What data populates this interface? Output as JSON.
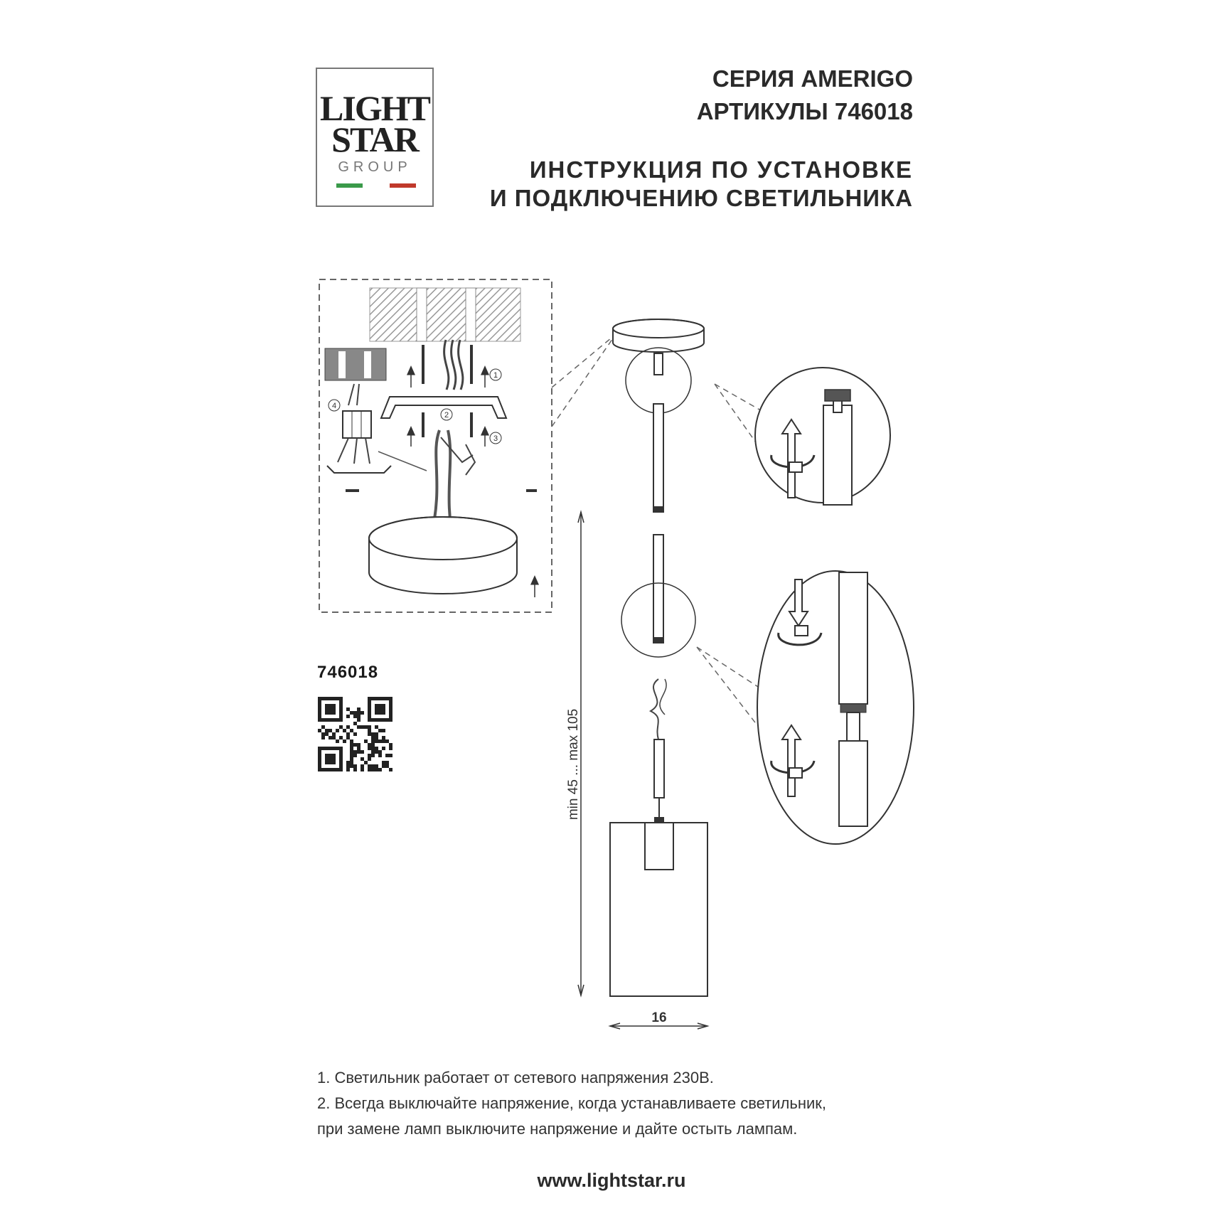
{
  "logo": {
    "line1": "LIGHT",
    "line2": "STAR",
    "line3": "GROUP",
    "flag_colors": [
      "#3a9a4a",
      "#ffffff",
      "#c0392b"
    ]
  },
  "header": {
    "series": "СЕРИЯ AMERIGO",
    "articles": "АРТИКУЛЫ 746018",
    "title_line1": "ИНСТРУКЦИЯ ПО УСТАНОВКЕ",
    "title_line2": "И ПОДКЛЮЧЕНИЮ СВЕТИЛЬНИКА"
  },
  "article_number": "746018",
  "diagram": {
    "step_numbers": [
      "1",
      "2",
      "3",
      "4"
    ],
    "height_label": "min 45 ... max 105",
    "width_label": "16"
  },
  "notes": [
    "1. Светильник работает от сетевого напряжения 230В.",
    "2. Всегда выключайте напряжение, когда устанавливаете светильник,",
    "при замене ламп выключите напряжение и дайте остыть лампам."
  ],
  "website": "www.lightstar.ru"
}
